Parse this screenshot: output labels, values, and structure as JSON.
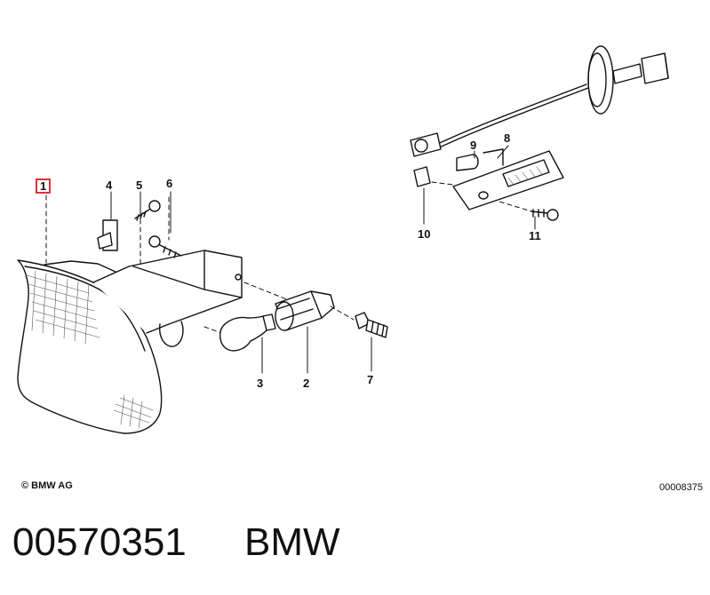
{
  "diagram": {
    "callouts": [
      {
        "id": "1",
        "label": "1",
        "highlighted": true
      },
      {
        "id": "2",
        "label": "2"
      },
      {
        "id": "3",
        "label": "3"
      },
      {
        "id": "4",
        "label": "4"
      },
      {
        "id": "5",
        "label": "5"
      },
      {
        "id": "6",
        "label": "6"
      },
      {
        "id": "7",
        "label": "7"
      },
      {
        "id": "8",
        "label": "8"
      },
      {
        "id": "9",
        "label": "9"
      },
      {
        "id": "10",
        "label": "10"
      },
      {
        "id": "11",
        "label": "11"
      }
    ],
    "copyright": "© BMW AG",
    "image_code": "00008375",
    "highlight_color": "#e0303a"
  },
  "footer": {
    "part_number": "00570351",
    "brand": "BMW"
  }
}
